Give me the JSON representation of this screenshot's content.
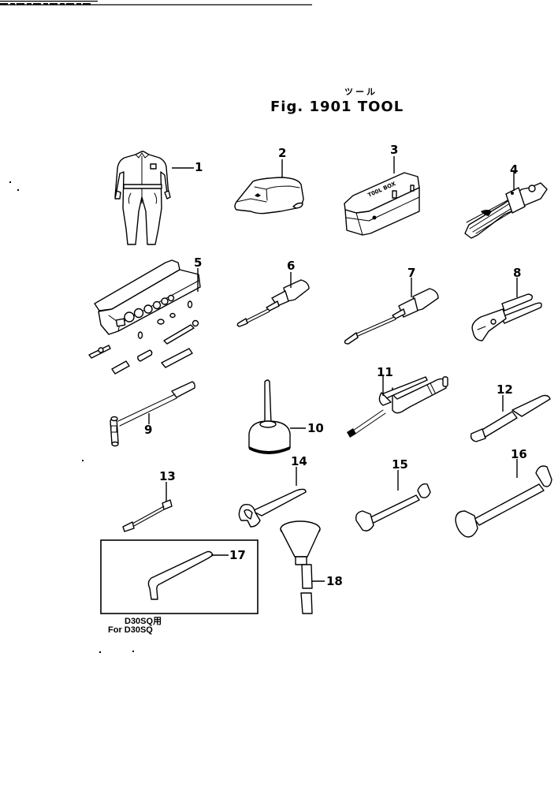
{
  "figure": {
    "label": "Fig. 1901 TOOL",
    "japanese_label": "ツール"
  },
  "parts": [
    {
      "no": "1",
      "item": "coverall-suit"
    },
    {
      "no": "2",
      "item": "cap"
    },
    {
      "no": "3",
      "item": "tool-box"
    },
    {
      "no": "4",
      "item": "wrench-set"
    },
    {
      "no": "5",
      "item": "socket-set-in-case"
    },
    {
      "no": "6",
      "item": "screwdriver-short"
    },
    {
      "no": "7",
      "item": "screwdriver-long"
    },
    {
      "no": "8",
      "item": "pliers"
    },
    {
      "no": "9",
      "item": "hammer"
    },
    {
      "no": "10",
      "item": "oil-can"
    },
    {
      "no": "11",
      "item": "grease-gun"
    },
    {
      "no": "12",
      "item": "pry-bar"
    },
    {
      "no": "13",
      "item": "extension-bar"
    },
    {
      "no": "14",
      "item": "single-open-end-wrench"
    },
    {
      "no": "15",
      "item": "double-open-end-wrench-small"
    },
    {
      "no": "16",
      "item": "double-open-end-wrench-large"
    },
    {
      "no": "17",
      "item": "hex-key"
    },
    {
      "no": "18",
      "item": "funnel"
    }
  ],
  "inset_note": {
    "line1": "D30SQ用",
    "line2": "For D30SQ"
  }
}
